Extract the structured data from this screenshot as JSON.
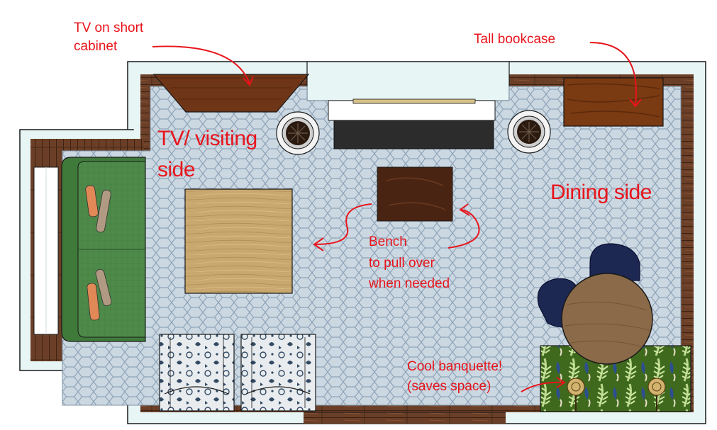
{
  "labels": {
    "tv_cabinet_line1": "TV on short",
    "tv_cabinet_line2": "cabinet",
    "tall_bookcase": "Tall bookcase",
    "tv_visiting_line1": "TV/ visiting",
    "tv_visiting_line2": "side",
    "dining_side": "Dining side",
    "bench_line1": "Bench",
    "bench_line2": "to pull over",
    "bench_line3": "when needed",
    "banquette_line1": "Cool banquette!",
    "banquette_line2": "(saves space)"
  },
  "colors": {
    "annotation": "#e8141b",
    "wall": "#e7f5f5",
    "floor": "#6b3f27",
    "rug": "#c9d6df",
    "sofa": "#4e8a4a",
    "coffee_table": "#c9a86f",
    "bench": "#4a2413",
    "bookcase": "#7a3a12",
    "tv": "#2c2c2c",
    "chair": "#1c2752",
    "dining_table": "#8a6a48",
    "banquette": "#3f6a1e"
  }
}
